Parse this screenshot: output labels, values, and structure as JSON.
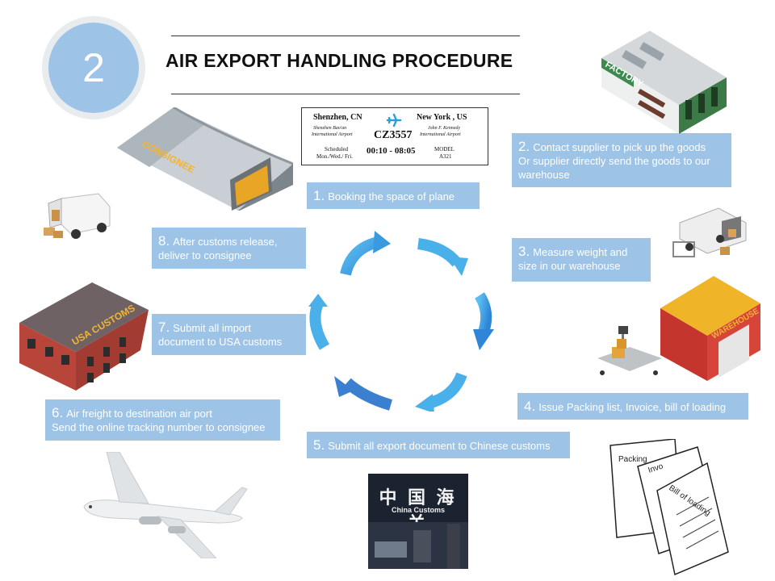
{
  "badge": {
    "number": "2"
  },
  "title": "AIR EXPORT HANDLING PROCEDURE",
  "ticket": {
    "from_city": "Shenzhen, CN",
    "from_airport_1": "Shenzhen Bao'an",
    "from_airport_2": "International Airport",
    "to_city": "New York , US",
    "to_airport_1": "John F. Kennedy",
    "to_airport_2": "International Airport",
    "flight": "CZ3557",
    "schedule_label": "Scheduled",
    "schedule_days": "Mon./Wed./ Fri.",
    "time": "00:10 - 08:05",
    "model_label": "MODEL",
    "model": "A321"
  },
  "steps": [
    {
      "num": "1.",
      "text": "Booking the space of plane"
    },
    {
      "num": "2.",
      "line1": "Contact supplier to pick up the goods",
      "line2": "Or supplier directly send the goods to our",
      "line3": "warehouse"
    },
    {
      "num": "3.",
      "line1": "Measure weight and",
      "line2": "size in our warehouse"
    },
    {
      "num": "4.",
      "text": "Issue Packing list, Invoice, bill of loading"
    },
    {
      "num": "5.",
      "text": "Submit all export document to Chinese customs"
    },
    {
      "num": "6.",
      "line1": "Air freight to destination air port",
      "line2": "Send the online tracking number to consignee"
    },
    {
      "num": "7.",
      "line1": "Submit all import",
      "line2": "document to USA customs"
    },
    {
      "num": "8.",
      "line1": "After customs release,",
      "line2": "deliver to consignee"
    }
  ],
  "illustrations": {
    "consignee_label": "CONSIGNEE",
    "factory_label": "FACTORY",
    "warehouse_label": "WAREHOUSE",
    "usa_customs_label": "USA CUSTOMS",
    "china_customs_sign": "中 国 海 关",
    "china_customs_label": "China Customs",
    "doc_packing": "Packing",
    "doc_invoice": "Invo",
    "doc_bill": "Bill of loading"
  },
  "colors": {
    "step_box": "#9dc3e6",
    "arrow_light": "#4ab0ea",
    "arrow_dark": "#3a7fd0",
    "badge": "#9dc3e6"
  }
}
